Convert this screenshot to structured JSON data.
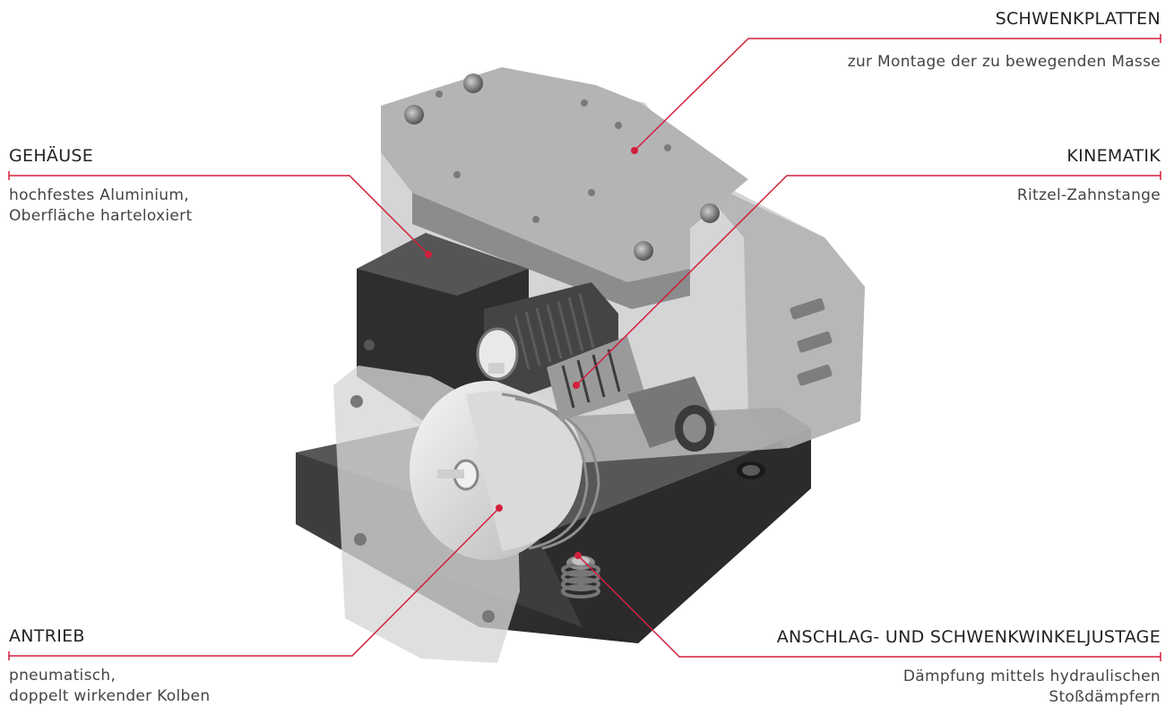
{
  "accent_color": "#d21f3c",
  "callouts": {
    "schwenkplatten": {
      "title": "SCHWENKPLATTEN",
      "desc": [
        "zur Montage der zu bewegenden Masse"
      ]
    },
    "gehaeuse": {
      "title": "GEHÄUSE",
      "desc": [
        "hochfestes Aluminium,",
        "Oberfläche harteloxiert"
      ]
    },
    "kinematik": {
      "title": "KINEMATIK",
      "desc": [
        "Ritzel-Zahnstange"
      ]
    },
    "antrieb": {
      "title": "ANTRIEB",
      "desc": [
        "pneumatisch,",
        "doppelt wirkender Kolben"
      ]
    },
    "anschlag": {
      "title": "ANSCHLAG- UND SCHWENKWINKELJUSTAGE",
      "desc": [
        "Dämpfung mittels hydraulischen",
        "Stoßdämpfern"
      ]
    }
  }
}
